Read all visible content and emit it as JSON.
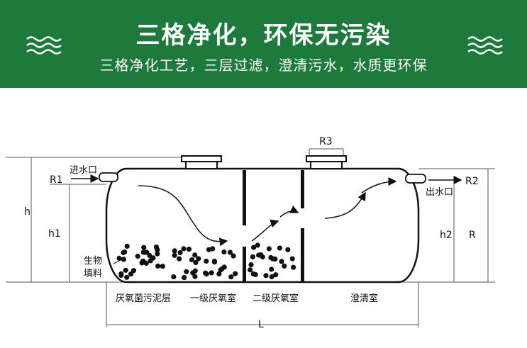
{
  "header": {
    "title": "三格净化，环保无污染",
    "subtitle": "三格净化工艺，三层过滤，澄清污水，水质更环保",
    "wave_icon": "wave-icon",
    "background_color": "#1e7a3c",
    "text_color": "#ffffff"
  },
  "diagram": {
    "labels": {
      "R1": "R1",
      "R2": "R2",
      "R3": "R3",
      "h": "h",
      "h1": "h1",
      "h2": "h2",
      "R": "R",
      "L": "L",
      "inlet": "进水口",
      "outlet": "出水口",
      "bio_fill_line1": "生物",
      "bio_fill_line2": "填料"
    },
    "chambers": [
      "厌氧菌污泥层",
      "一级厌氧室",
      "二级厌氧室",
      "澄清室"
    ]
  }
}
